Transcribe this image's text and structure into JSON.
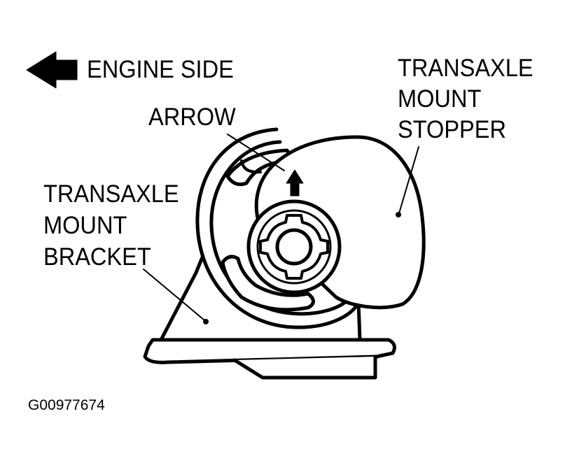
{
  "labels": {
    "engine_side": "ENGINE SIDE",
    "arrow": "ARROW",
    "stopper": [
      "TRANSAXLE",
      "MOUNT",
      "STOPPER"
    ],
    "bracket": [
      "TRANSAXLE",
      "MOUNT",
      "BRACKET"
    ]
  },
  "figure_id": "G00977674",
  "colors": {
    "ink": "#000000",
    "paper": "#ffffff"
  },
  "icons": {
    "engine_side_arrow": "left-arrow-icon",
    "arrow_mark": "up-arrow-icon"
  }
}
